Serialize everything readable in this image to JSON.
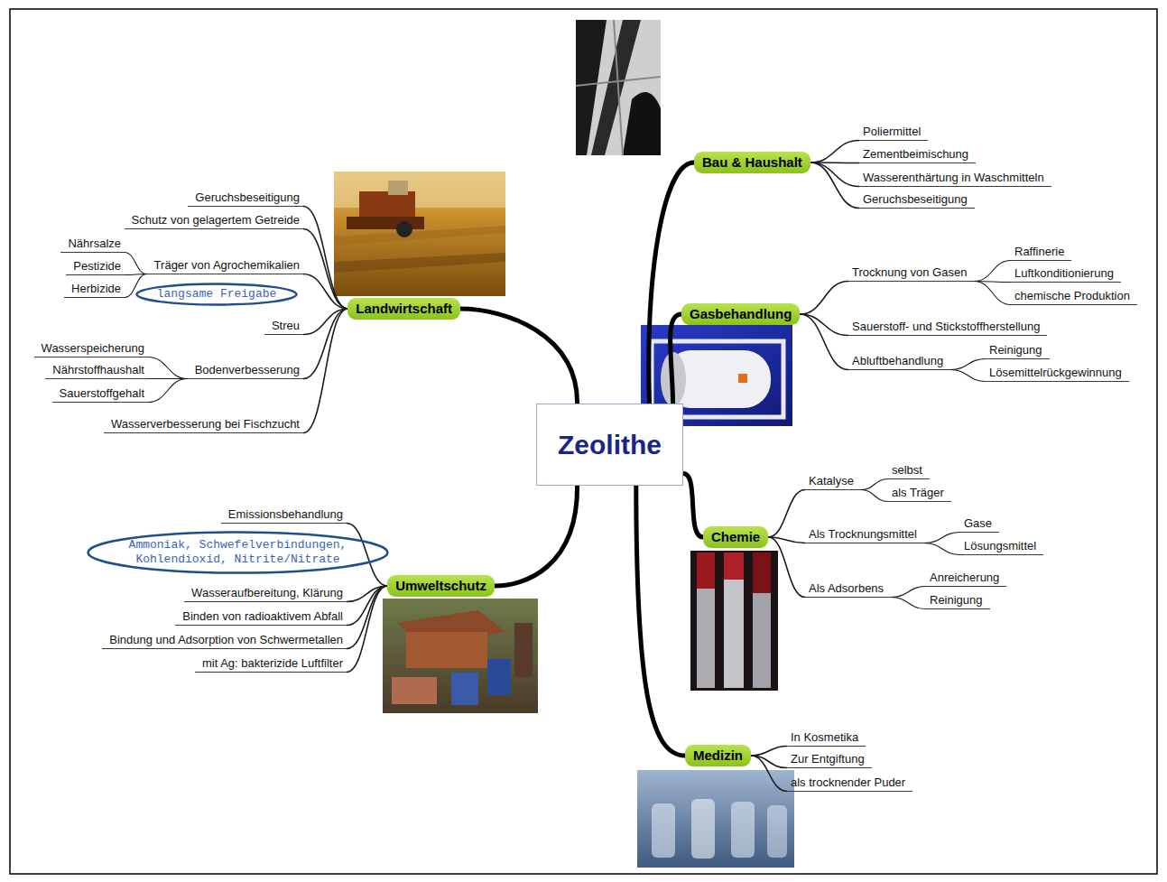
{
  "diagram": {
    "nodes": [
      {
        "text": [
          "Zeolithe"
        ]
      },
      {
        "text": [
          "Bau & Haushalt"
        ]
      },
      {
        "text": [
          "Poliermittel"
        ]
      },
      {
        "text": [
          "Zementbeimischung"
        ]
      },
      {
        "text": [
          "Wasserenthärtung in Waschmitteln"
        ]
      },
      {
        "text": [
          "Geruchsbeseitigung"
        ]
      },
      {
        "text": [
          "Gasbehandlung"
        ]
      },
      {
        "text": [
          "Trocknung von Gasen"
        ]
      },
      {
        "text": [
          "Raffinerie"
        ]
      },
      {
        "text": [
          "Luftkonditionierung"
        ]
      },
      {
        "text": [
          "chemische Produktion"
        ]
      },
      {
        "text": [
          "Sauerstoff- und Stickstoffherstellung"
        ]
      },
      {
        "text": [
          "Abluftbehandlung"
        ]
      },
      {
        "text": [
          "Reinigung"
        ]
      },
      {
        "text": [
          "Lösemittelrückgewinnung"
        ]
      },
      {
        "text": [
          "Chemie"
        ]
      },
      {
        "text": [
          "Katalyse"
        ]
      },
      {
        "text": [
          "selbst"
        ]
      },
      {
        "text": [
          "als Träger"
        ]
      },
      {
        "text": [
          "Als Trocknungsmittel"
        ]
      },
      {
        "text": [
          "Gase"
        ]
      },
      {
        "text": [
          "Lösungsmittel"
        ]
      },
      {
        "text": [
          "Als Adsorbens"
        ]
      },
      {
        "text": [
          "Anreicherung"
        ]
      },
      {
        "text": [
          "Reinigung"
        ]
      },
      {
        "text": [
          "Medizin"
        ]
      },
      {
        "text": [
          "In Kosmetika"
        ]
      },
      {
        "text": [
          "Zur Entgiftung"
        ]
      },
      {
        "text": [
          "als trocknender Puder"
        ]
      },
      {
        "text": [
          "Landwirtschaft"
        ]
      },
      {
        "text": [
          "Geruchsbeseitigung"
        ]
      },
      {
        "text": [
          "Schutz von gelagertem Getreide"
        ]
      },
      {
        "text": [
          "Träger von Agrochemikalien"
        ]
      },
      {
        "text": [
          "Nährsalze"
        ]
      },
      {
        "text": [
          "Pestizide"
        ]
      },
      {
        "text": [
          "Herbizide"
        ]
      },
      {
        "text": [
          "langsame Freigabe"
        ]
      },
      {
        "text": [
          "Streu"
        ]
      },
      {
        "text": [
          "Bodenverbesserung"
        ]
      },
      {
        "text": [
          "Wasserspeicherung"
        ]
      },
      {
        "text": [
          "Nährstoffhaushalt"
        ]
      },
      {
        "text": [
          "Sauerstoffgehalt"
        ]
      },
      {
        "text": [
          "Wasserverbesserung bei Fischzucht"
        ]
      },
      {
        "text": [
          "Umweltschutz"
        ]
      },
      {
        "text": [
          "Emissionsbehandlung"
        ]
      },
      {
        "text": [
          "Ammoniak, Schwefelverbindungen, Kohlendioxid, Nitrite/Nitrate"
        ]
      },
      {
        "text": [
          "Wasseraufbereitung, Klärung"
        ]
      },
      {
        "text": [
          "Binden von radioaktivem Abfall"
        ]
      },
      {
        "text": [
          "Bindung und Adsorption von Schwermetallen"
        ]
      },
      {
        "text": [
          "mit Ag: bakterizide Luftfilter"
        ]
      }
    ],
    "edges": [
      {
        "from": 0,
        "to": 1,
        "arrow": "none"
      },
      {
        "from": 1,
        "to": 2,
        "arrow": "none"
      },
      {
        "from": 1,
        "to": 3,
        "arrow": "none"
      },
      {
        "from": 1,
        "to": 4,
        "arrow": "none"
      },
      {
        "from": 1,
        "to": 5,
        "arrow": "none"
      },
      {
        "from": 0,
        "to": 6,
        "arrow": "none"
      },
      {
        "from": 6,
        "to": 7,
        "arrow": "none"
      },
      {
        "from": 7,
        "to": 8,
        "arrow": "none"
      },
      {
        "from": 7,
        "to": 9,
        "arrow": "none"
      },
      {
        "from": 7,
        "to": 10,
        "arrow": "none"
      },
      {
        "from": 6,
        "to": 11,
        "arrow": "none"
      },
      {
        "from": 6,
        "to": 12,
        "arrow": "none"
      },
      {
        "from": 12,
        "to": 13,
        "arrow": "none"
      },
      {
        "from": 12,
        "to": 14,
        "arrow": "none"
      },
      {
        "from": 0,
        "to": 15,
        "arrow": "none"
      },
      {
        "from": 15,
        "to": 16,
        "arrow": "none"
      },
      {
        "from": 16,
        "to": 17,
        "arrow": "none"
      },
      {
        "from": 16,
        "to": 18,
        "arrow": "none"
      },
      {
        "from": 15,
        "to": 19,
        "arrow": "none"
      },
      {
        "from": 19,
        "to": 20,
        "arrow": "none"
      },
      {
        "from": 19,
        "to": 21,
        "arrow": "none"
      },
      {
        "from": 15,
        "to": 22,
        "arrow": "none"
      },
      {
        "from": 22,
        "to": 23,
        "arrow": "none"
      },
      {
        "from": 22,
        "to": 24,
        "arrow": "none"
      },
      {
        "from": 0,
        "to": 25,
        "arrow": "none"
      },
      {
        "from": 25,
        "to": 26,
        "arrow": "none"
      },
      {
        "from": 25,
        "to": 27,
        "arrow": "none"
      },
      {
        "from": 25,
        "to": 28,
        "arrow": "none"
      },
      {
        "from": 0,
        "to": 29,
        "arrow": "none"
      },
      {
        "from": 29,
        "to": 30,
        "arrow": "none"
      },
      {
        "from": 29,
        "to": 31,
        "arrow": "none"
      },
      {
        "from": 29,
        "to": 32,
        "arrow": "none"
      },
      {
        "from": 32,
        "to": 33,
        "arrow": "none"
      },
      {
        "from": 32,
        "to": 34,
        "arrow": "none"
      },
      {
        "from": 32,
        "to": 35,
        "arrow": "none"
      },
      {
        "from": 29,
        "to": 37,
        "arrow": "none"
      },
      {
        "from": 29,
        "to": 38,
        "arrow": "none"
      },
      {
        "from": 38,
        "to": 39,
        "arrow": "none"
      },
      {
        "from": 38,
        "to": 40,
        "arrow": "none"
      },
      {
        "from": 38,
        "to": 41,
        "arrow": "none"
      },
      {
        "from": 29,
        "to": 42,
        "arrow": "none"
      },
      {
        "from": 0,
        "to": 43,
        "arrow": "none"
      },
      {
        "from": 43,
        "to": 44,
        "arrow": "none"
      },
      {
        "from": 43,
        "to": 46,
        "arrow": "none"
      },
      {
        "from": 43,
        "to": 47,
        "arrow": "none"
      },
      {
        "from": 43,
        "to": 48,
        "arrow": "none"
      },
      {
        "from": 43,
        "to": 49,
        "arrow": "none"
      }
    ]
  }
}
